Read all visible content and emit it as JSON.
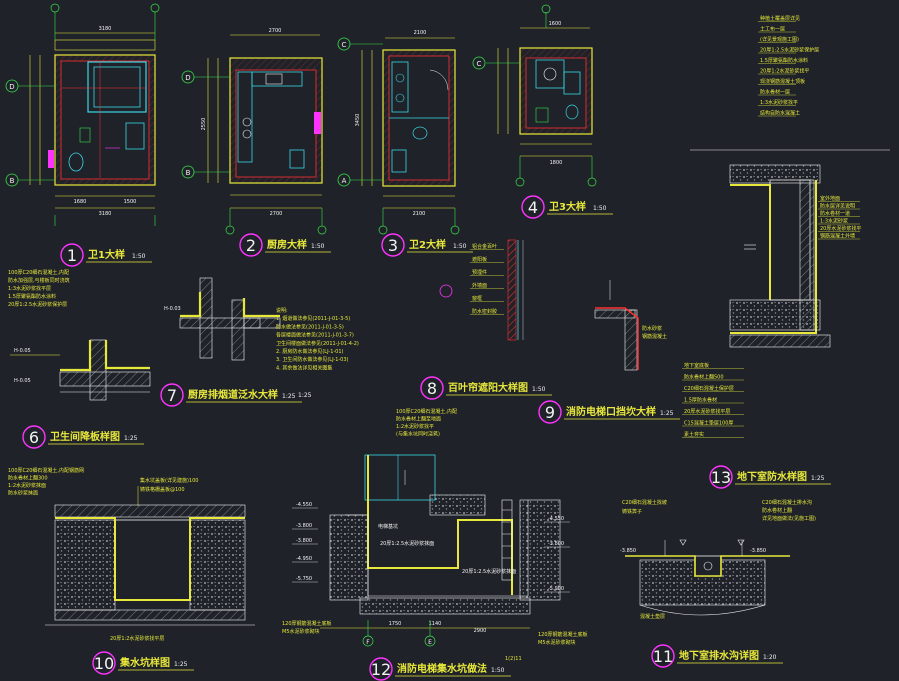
{
  "colors": {
    "background": "#1f2329",
    "yellow": "#e8e83a",
    "green": "#39e04a",
    "red": "#ff3030",
    "magenta": "#ff33ff",
    "cyan": "#39d7e6",
    "white": "#f2f2f2",
    "hatch": "#9aa0a6"
  },
  "grid_labels": {
    "d1": "D",
    "b1": "B",
    "d2": "D",
    "b2": "B",
    "c3": "C",
    "a3": "A",
    "c4": "C",
    "e12": "E",
    "f12": "F"
  },
  "dims": {
    "p1_top": "3180",
    "p1_bot": "3180",
    "p1_s1": "1680",
    "p1_s2": "1500",
    "p2_top": "2700",
    "p2_bot": "2700",
    "p2_left": "2550",
    "p3_top": "2100",
    "p3_bot": "2100",
    "p3_left": "3450",
    "p4_top": "1600",
    "p4_bot": "1800",
    "p12_a": "1750",
    "p12_b": "2900",
    "p12_c": "1140"
  },
  "details": [
    {
      "num": "1",
      "title": "卫1大样",
      "scale": "1:50"
    },
    {
      "num": "2",
      "title": "厨房大样",
      "scale": "1:50"
    },
    {
      "num": "3",
      "title": "卫2大样",
      "scale": "1:50"
    },
    {
      "num": "4",
      "title": "卫3大样",
      "scale": "1:50"
    },
    {
      "num": "6",
      "title": "卫生间降板样图",
      "scale": "1:25"
    },
    {
      "num": "7",
      "title": "厨房排烟道泛水大样",
      "scale": "1:25"
    },
    {
      "num": "8",
      "title": "百叶帘遮阳大样图",
      "scale": "1:50"
    },
    {
      "num": "9",
      "title": "消防电梯口挡坎大样",
      "scale": "1:25"
    },
    {
      "num": "13",
      "title": "地下室防水样图",
      "scale": "1:25"
    },
    {
      "num": "10",
      "title": "集水坑样图",
      "scale": "1:25"
    },
    {
      "num": "12",
      "title": "消防电梯集水坑做法",
      "scale": "1:50"
    },
    {
      "num": "11",
      "title": "地下室排水沟详图",
      "scale": "1:20"
    }
  ],
  "notes": {
    "d7_scale2": "1:25",
    "d7_notes": [
      "说明:",
      "1. 烟道做法参见(2011-J-01-3-5)",
      "   防水做法参见(2011-J-01-3-5)",
      "   各层楼面做法参见(2011-J-01-3-7)",
      "   卫生间楼面做法参见(2011-J-01-4-2)",
      "2. 厨房防水做法参见(LJ-1-01)",
      "3. 卫生间防水做法参见(LJ-1-03)",
      "4. 其余做法详见相关图集"
    ],
    "d6_top": [
      "100厚C20细石混凝土,内配",
      "防水加强层,与楼板同时浇筑",
      "1:3水泥砂浆找平层",
      "1.5厚聚氨酯防水涂料",
      "20厚1:2.5水泥砂浆保护层"
    ],
    "d6_h1": "H-0.05",
    "d6_h2": "H-0.05",
    "d7_h": "H-0.03",
    "d10_top": [
      "100厚C20细石混凝土,内配钢筋网",
      "防水卷材上翻300",
      "1:2水泥砂浆抹面",
      "防水砂浆抹面"
    ],
    "d10_cover": "集水坑盖板(详见建施)100",
    "d10_grate": "铸铁格栅盖板@100",
    "d10_bottom": "20厚1:2水泥砂浆找平层",
    "d12_top": [
      "100厚C20细石混凝土,内配",
      "防水卷材上翻至地面",
      "1:2水泥砂浆找平",
      "(与集水坑同时浇筑)"
    ],
    "d12_text1": "电梯基坑",
    "d12_text2": "20厚1:2.5水泥砂浆抹面",
    "d12_text3": "20厚1:2.5水泥砂浆抹面",
    "d12_bot_left": [
      "120厚钢筋混凝土底板",
      "M5水泥砂浆砌块"
    ],
    "d12_bot_right": [
      "120厚钢筋混凝土底板",
      "M5水泥砂浆砌块"
    ],
    "d12_bot_num": "1(2)11",
    "d12_levels": [
      "-4.550",
      "-3.800",
      "-3.800",
      "-4.950",
      "-5.750",
      "-4.550",
      "-3.800",
      "-5.900"
    ],
    "d11_left": [
      "C20细石混凝土找坡",
      "铸铁箅子"
    ],
    "d11_right": [
      "C20细石混凝土排水沟",
      "防水卷材上翻",
      "详见地面做法(见施工图)"
    ],
    "d11_levels": [
      "-3.850",
      "-3.850"
    ],
    "d11_bottom": "混凝土垫层",
    "d13_top": [
      "种植土覆盖层详见",
      "土工布一层",
      "(详见景观施工图)",
      "20厚1:2.5水泥砂浆保护层",
      "1.5厚聚氨酯防水涂料",
      "20厚1:2水泥砂浆找平",
      "现浇钢筋混凝土顶板",
      "防水卷材一层",
      "1:3水泥砂浆找平",
      "结构自防水混凝土"
    ],
    "d13_mid": [
      "室外地面",
      "防水层详见说明",
      "防水卷材一道",
      "1:3水泥砂浆",
      "20厚水泥砂浆找平",
      "钢筋混凝土外墙"
    ],
    "d13_bottom": [
      "地下室底板",
      "防水卷材上翻500",
      "C20细石混凝土保护层",
      "1.5厚防水卷材",
      "20厚水泥砂浆找平层",
      "C15混凝土垫层100厚",
      "素土夯实"
    ],
    "d8_labels": [
      "铝合金百叶",
      "遮阳板",
      "预埋件",
      "外墙面",
      "窗框",
      "防水密封胶"
    ],
    "d9_labels": [
      "防水砂浆",
      "钢筋混凝土"
    ]
  }
}
